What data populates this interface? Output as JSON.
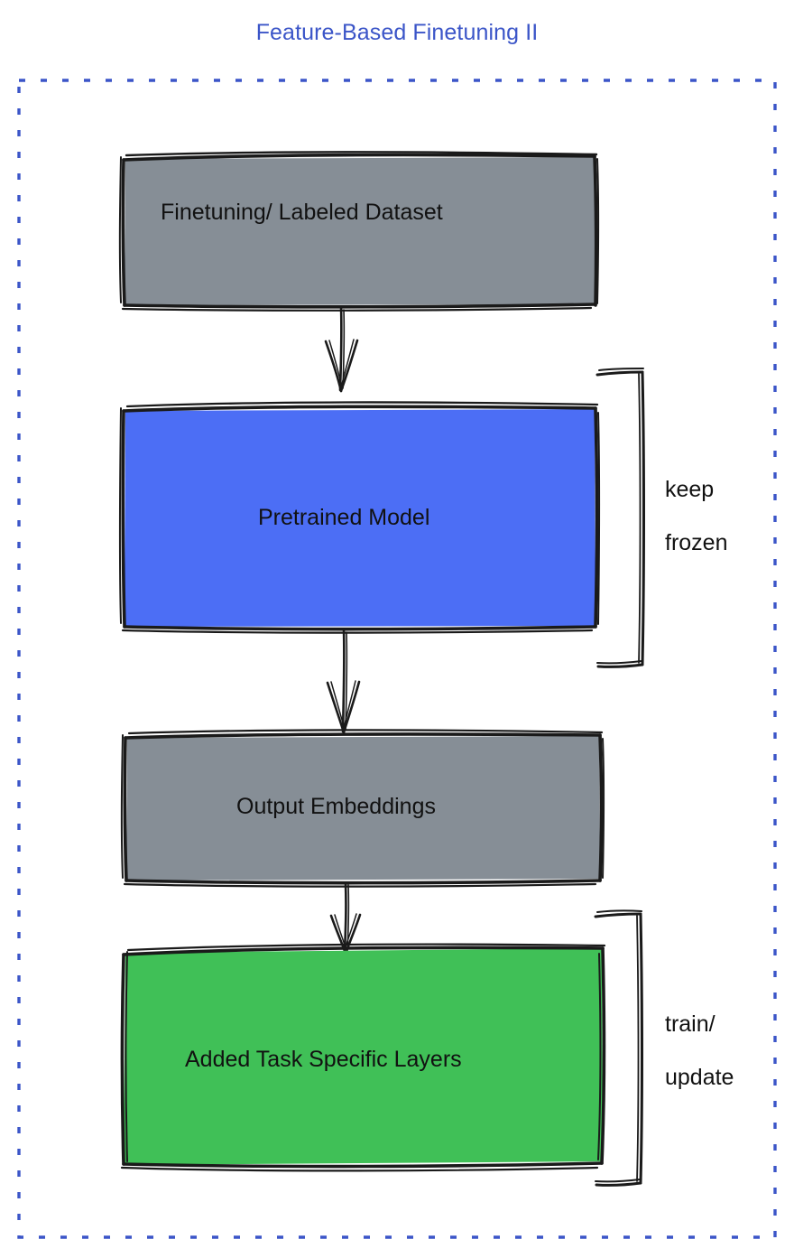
{
  "diagram": {
    "title": "Feature-Based Finetuning II",
    "title_color": "#3b55c8",
    "container_border_color": "#3b55c8",
    "background": "#ffffff",
    "stroke_color": "#1a1a1a",
    "nodes": [
      {
        "id": "finetuning-dataset",
        "label": "Finetuning/ Labeled Dataset",
        "fill": "#868e96",
        "text_color": "#111111"
      },
      {
        "id": "pretrained-model",
        "label": "Pretrained Model",
        "fill": "#4c6ef5",
        "text_color": "#111111"
      },
      {
        "id": "output-embeddings",
        "label": "Output Embeddings",
        "fill": "#868e96",
        "text_color": "#111111"
      },
      {
        "id": "task-specific-layers",
        "label": "Added Task Specific Layers",
        "fill": "#40c057",
        "text_color": "#111111"
      }
    ],
    "brackets": [
      {
        "id": "keep-frozen",
        "line1": "keep",
        "line2": "frozen"
      },
      {
        "id": "train-update",
        "line1": "train/",
        "line2": "update"
      }
    ],
    "arrows": [
      {
        "id": "arrow-dataset-to-model",
        "from": "finetuning-dataset",
        "to": "pretrained-model"
      },
      {
        "id": "arrow-model-to-embeddings",
        "from": "pretrained-model",
        "to": "output-embeddings"
      },
      {
        "id": "arrow-embeddings-to-layers",
        "from": "output-embeddings",
        "to": "task-specific-layers"
      }
    ]
  }
}
